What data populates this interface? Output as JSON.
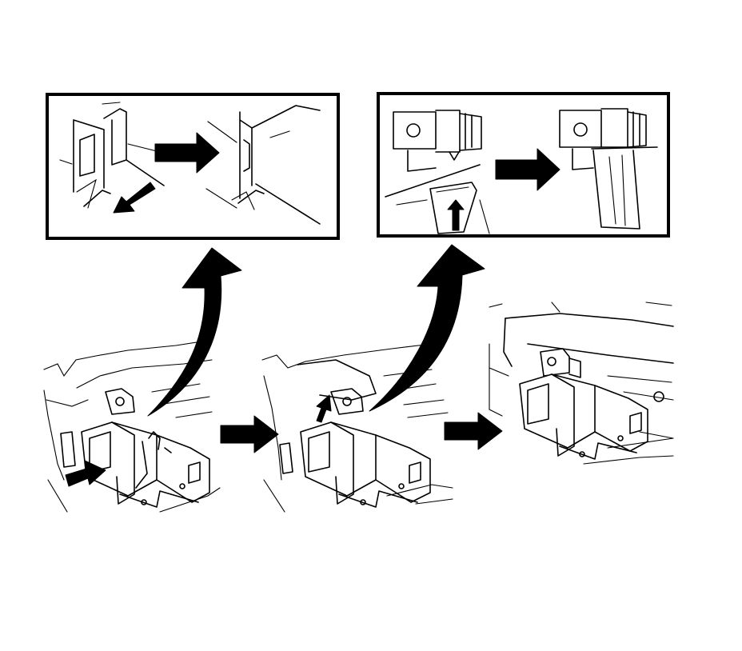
{
  "figure": {
    "kind": "installation procedure illustration",
    "steps": [
      {
        "id": "step-1",
        "detail": "clip-insertion-detail"
      },
      {
        "id": "step-2",
        "detail": "tab-engagement-detail"
      },
      {
        "id": "step-3",
        "detail": "installed-result"
      }
    ],
    "line_color": "#000000",
    "background": "#ffffff"
  }
}
